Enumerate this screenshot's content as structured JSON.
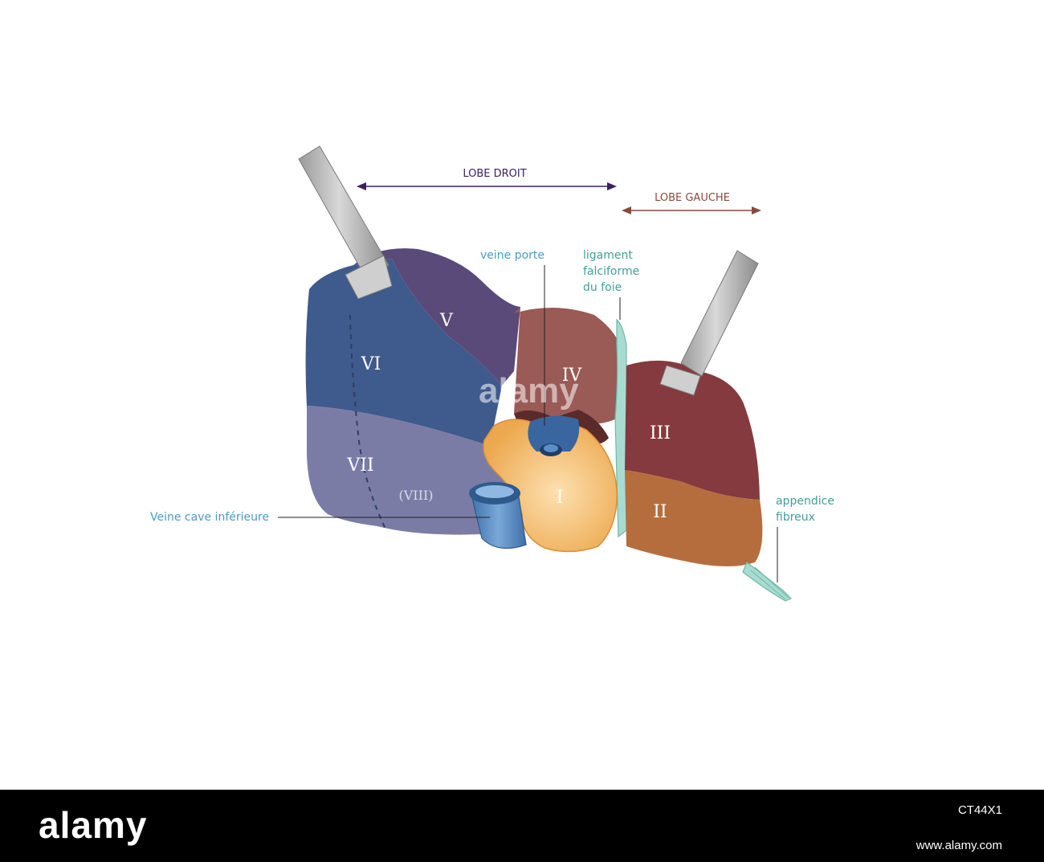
{
  "lobes": {
    "right": "LOBE DROIT",
    "left": "LOBE GAUCHE"
  },
  "segments": {
    "s1": "I",
    "s2": "II",
    "s3": "III",
    "s4": "IV",
    "s5": "V",
    "s6": "VI",
    "s7": "VII",
    "s8": "(VIII)"
  },
  "labels": {
    "veine_porte": "veine porte",
    "ligament": [
      "ligament",
      "falciforme",
      "du foie"
    ],
    "veine_cave": "Veine cave inférieure",
    "appendice": [
      "appendice",
      "fibreux"
    ]
  },
  "watermark": "alamy",
  "footer": {
    "logo": "alamy",
    "image_id": "CT44X1",
    "site": "www.alamy.com"
  },
  "colors": {
    "seg_vi": "#3f5a8c",
    "seg_v": "#5a4a7a",
    "seg_vii": "#7b7ca6",
    "seg_iv": "#9a5a55",
    "seg_iii": "#843a3e",
    "seg_ii": "#b66d3e",
    "seg_i": "#f2b968",
    "vena_cava": "#5a8fc4",
    "ligament": "#a8dcd0",
    "retractor": "#c4c4c4"
  }
}
